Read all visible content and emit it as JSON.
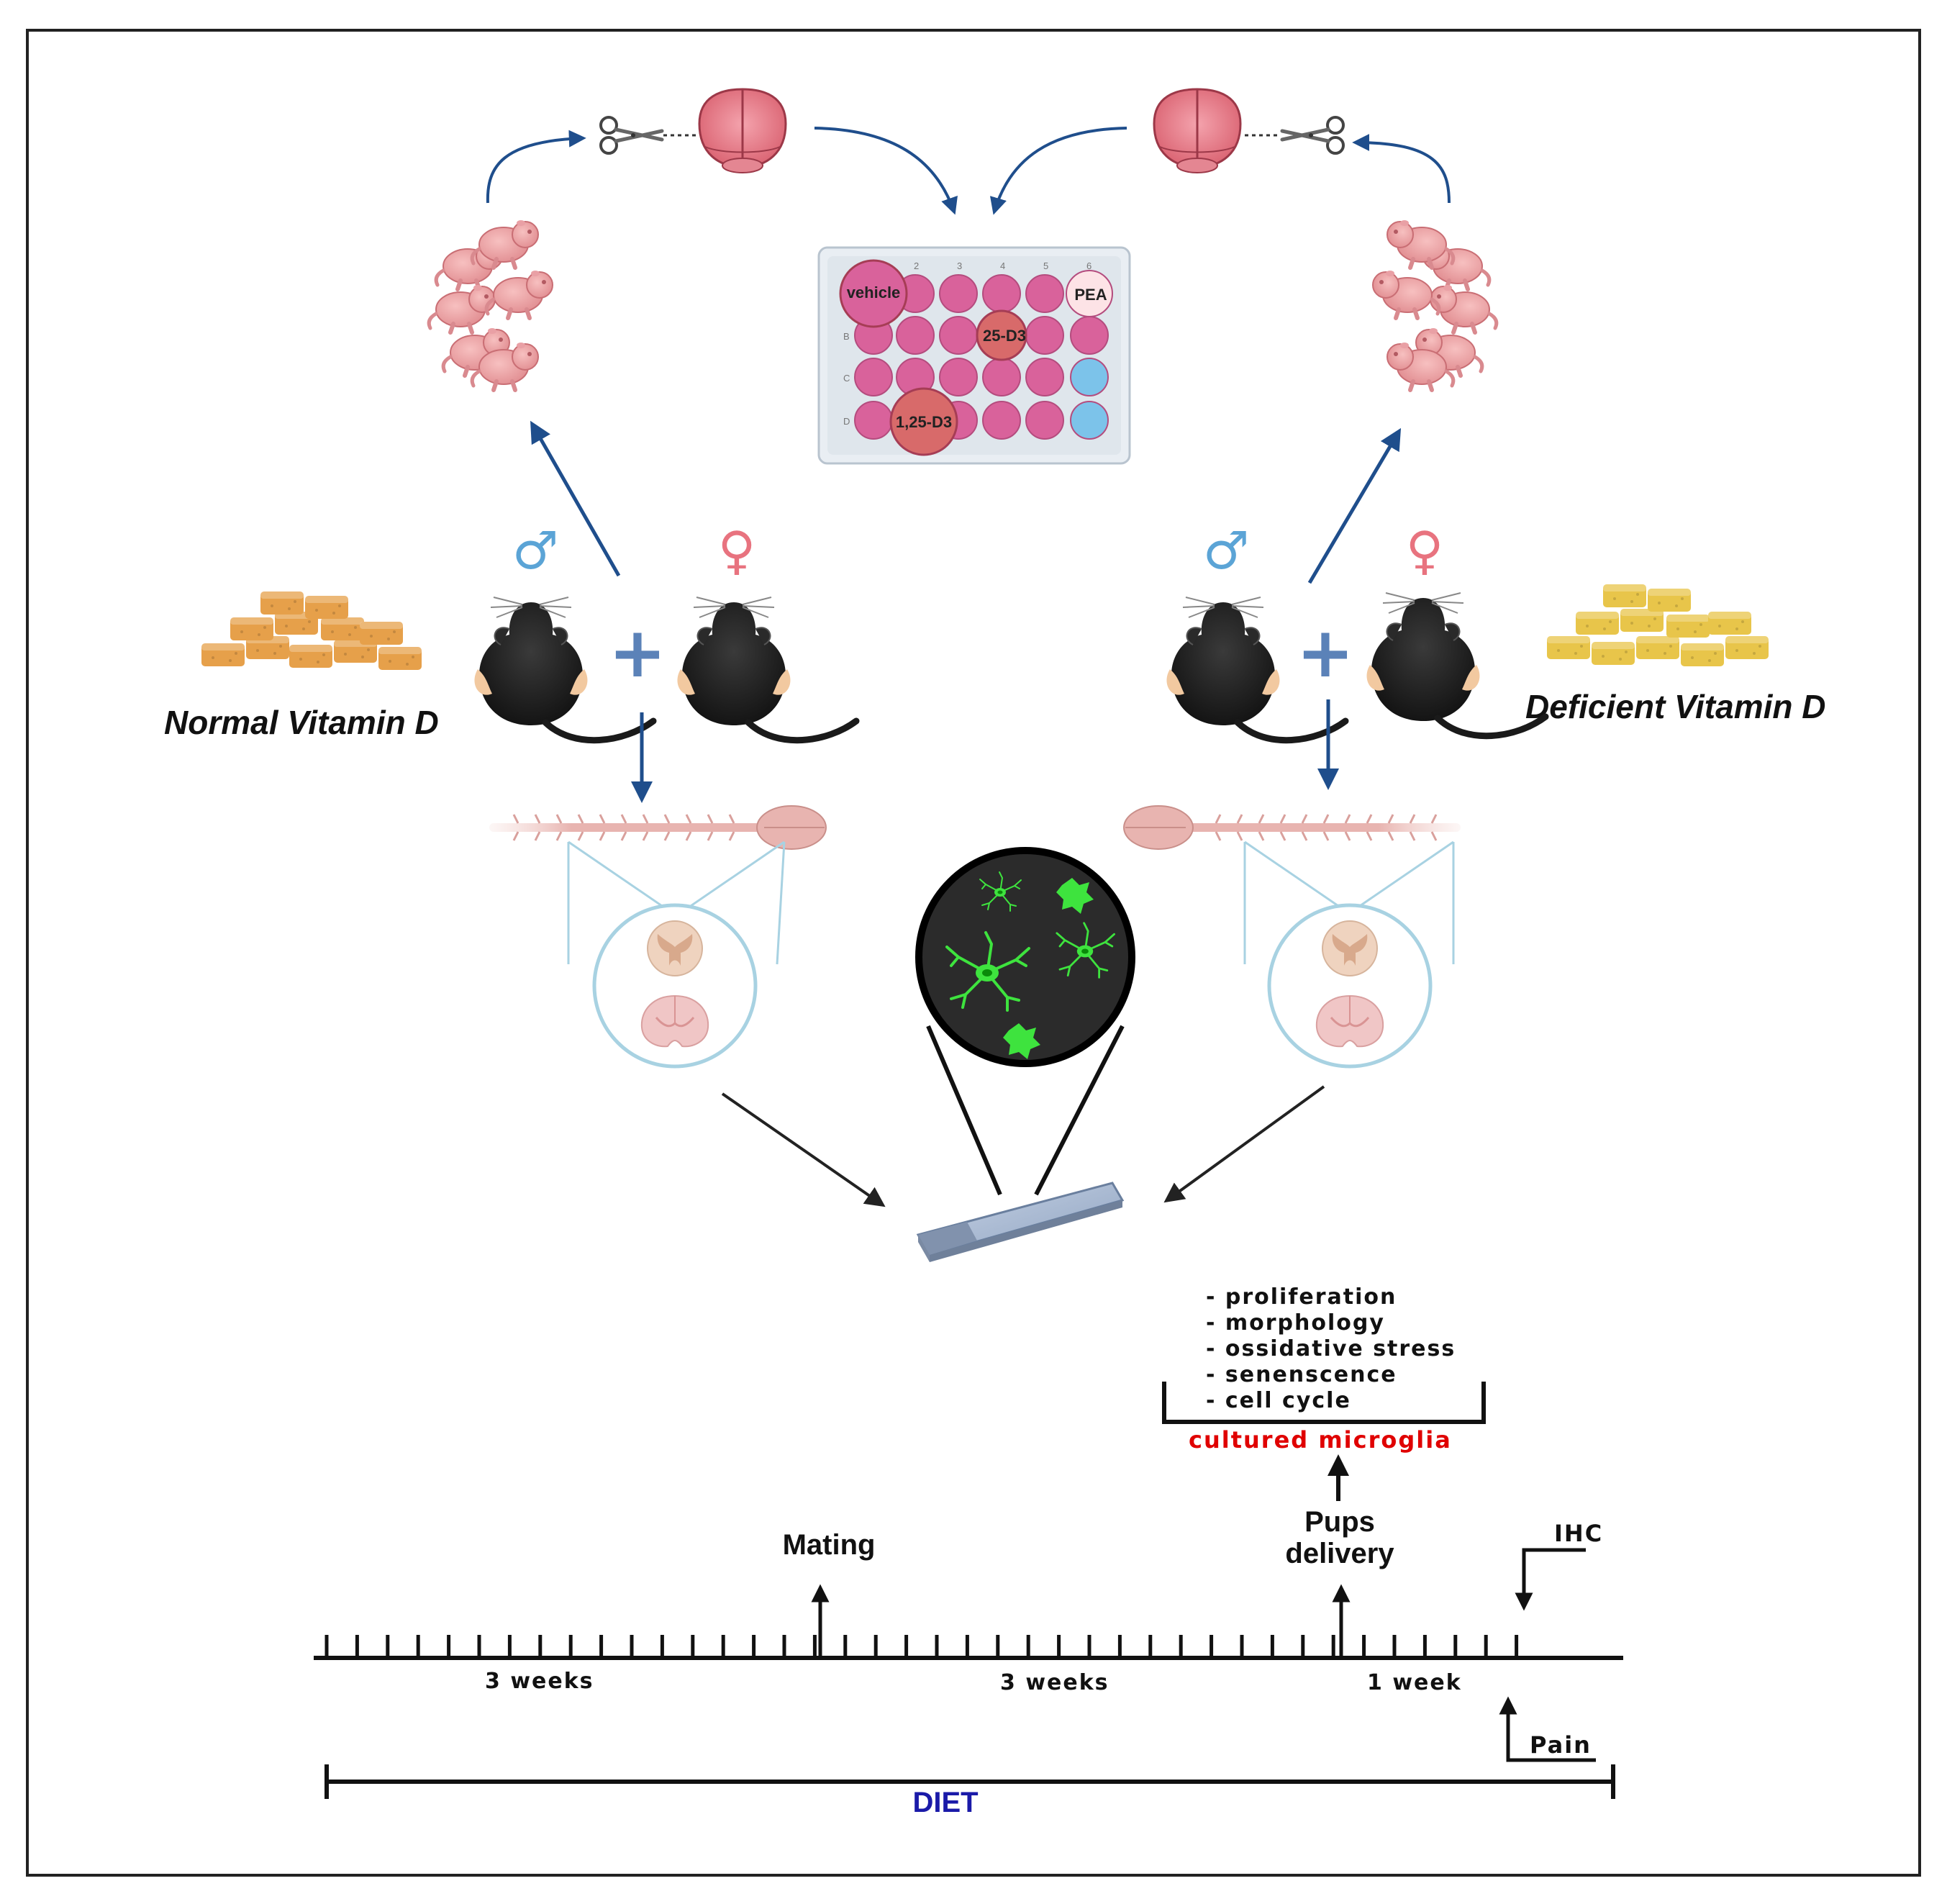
{
  "diets": {
    "left": "Normal Vitamin D",
    "right": "Deficient Vitamin D"
  },
  "symbols": {
    "male": "♂",
    "female": "♀",
    "plus": "+"
  },
  "colors": {
    "arrow_blue": "#1f4e8c",
    "male_blue": "#5ba4d6",
    "female_pink": "#e8737f",
    "well_pink": "#d9629b",
    "well_salmon": "#d86a6a",
    "well_blue": "#7cc3ea",
    "microglia_green": "#3ee33e",
    "cultured_red": "#e00000",
    "diet_blue": "#1a1aa8",
    "chow_normal": "#e6a04a",
    "chow_deficient": "#e8c54a"
  },
  "plate": {
    "column_index": [
      "2",
      "3",
      "4",
      "5",
      "6"
    ],
    "row_index": [
      "B",
      "C",
      "D"
    ],
    "wells": {
      "vehicle": "vehicle",
      "pea": "PEA",
      "d25": "25-D3",
      "d125": "1,25-D3"
    }
  },
  "icons": [
    "scissors-icon",
    "mouse-brain-icon",
    "culture-plate-icon",
    "pup-cluster-icon",
    "mouse-icon",
    "chow-pellets-icon",
    "spinal-cord-brain-icon",
    "tissue-section-icon",
    "microscope-field-icon",
    "microglia-cell-icon",
    "glass-slide-icon"
  ],
  "outcomes": {
    "items": [
      "- proliferation",
      "- morphology",
      "- ossidative stress",
      "- senenscence",
      "- cell cycle"
    ],
    "caption": "cultured microglia"
  },
  "timeline": {
    "mating": "Mating",
    "pups_line1": "Pups",
    "pups_line2": "delivery",
    "ihc": "IHC",
    "pain": "Pain",
    "period1": "3 weeks",
    "period2": "3 weeks",
    "period3": "1 week",
    "diet": "DIET"
  }
}
